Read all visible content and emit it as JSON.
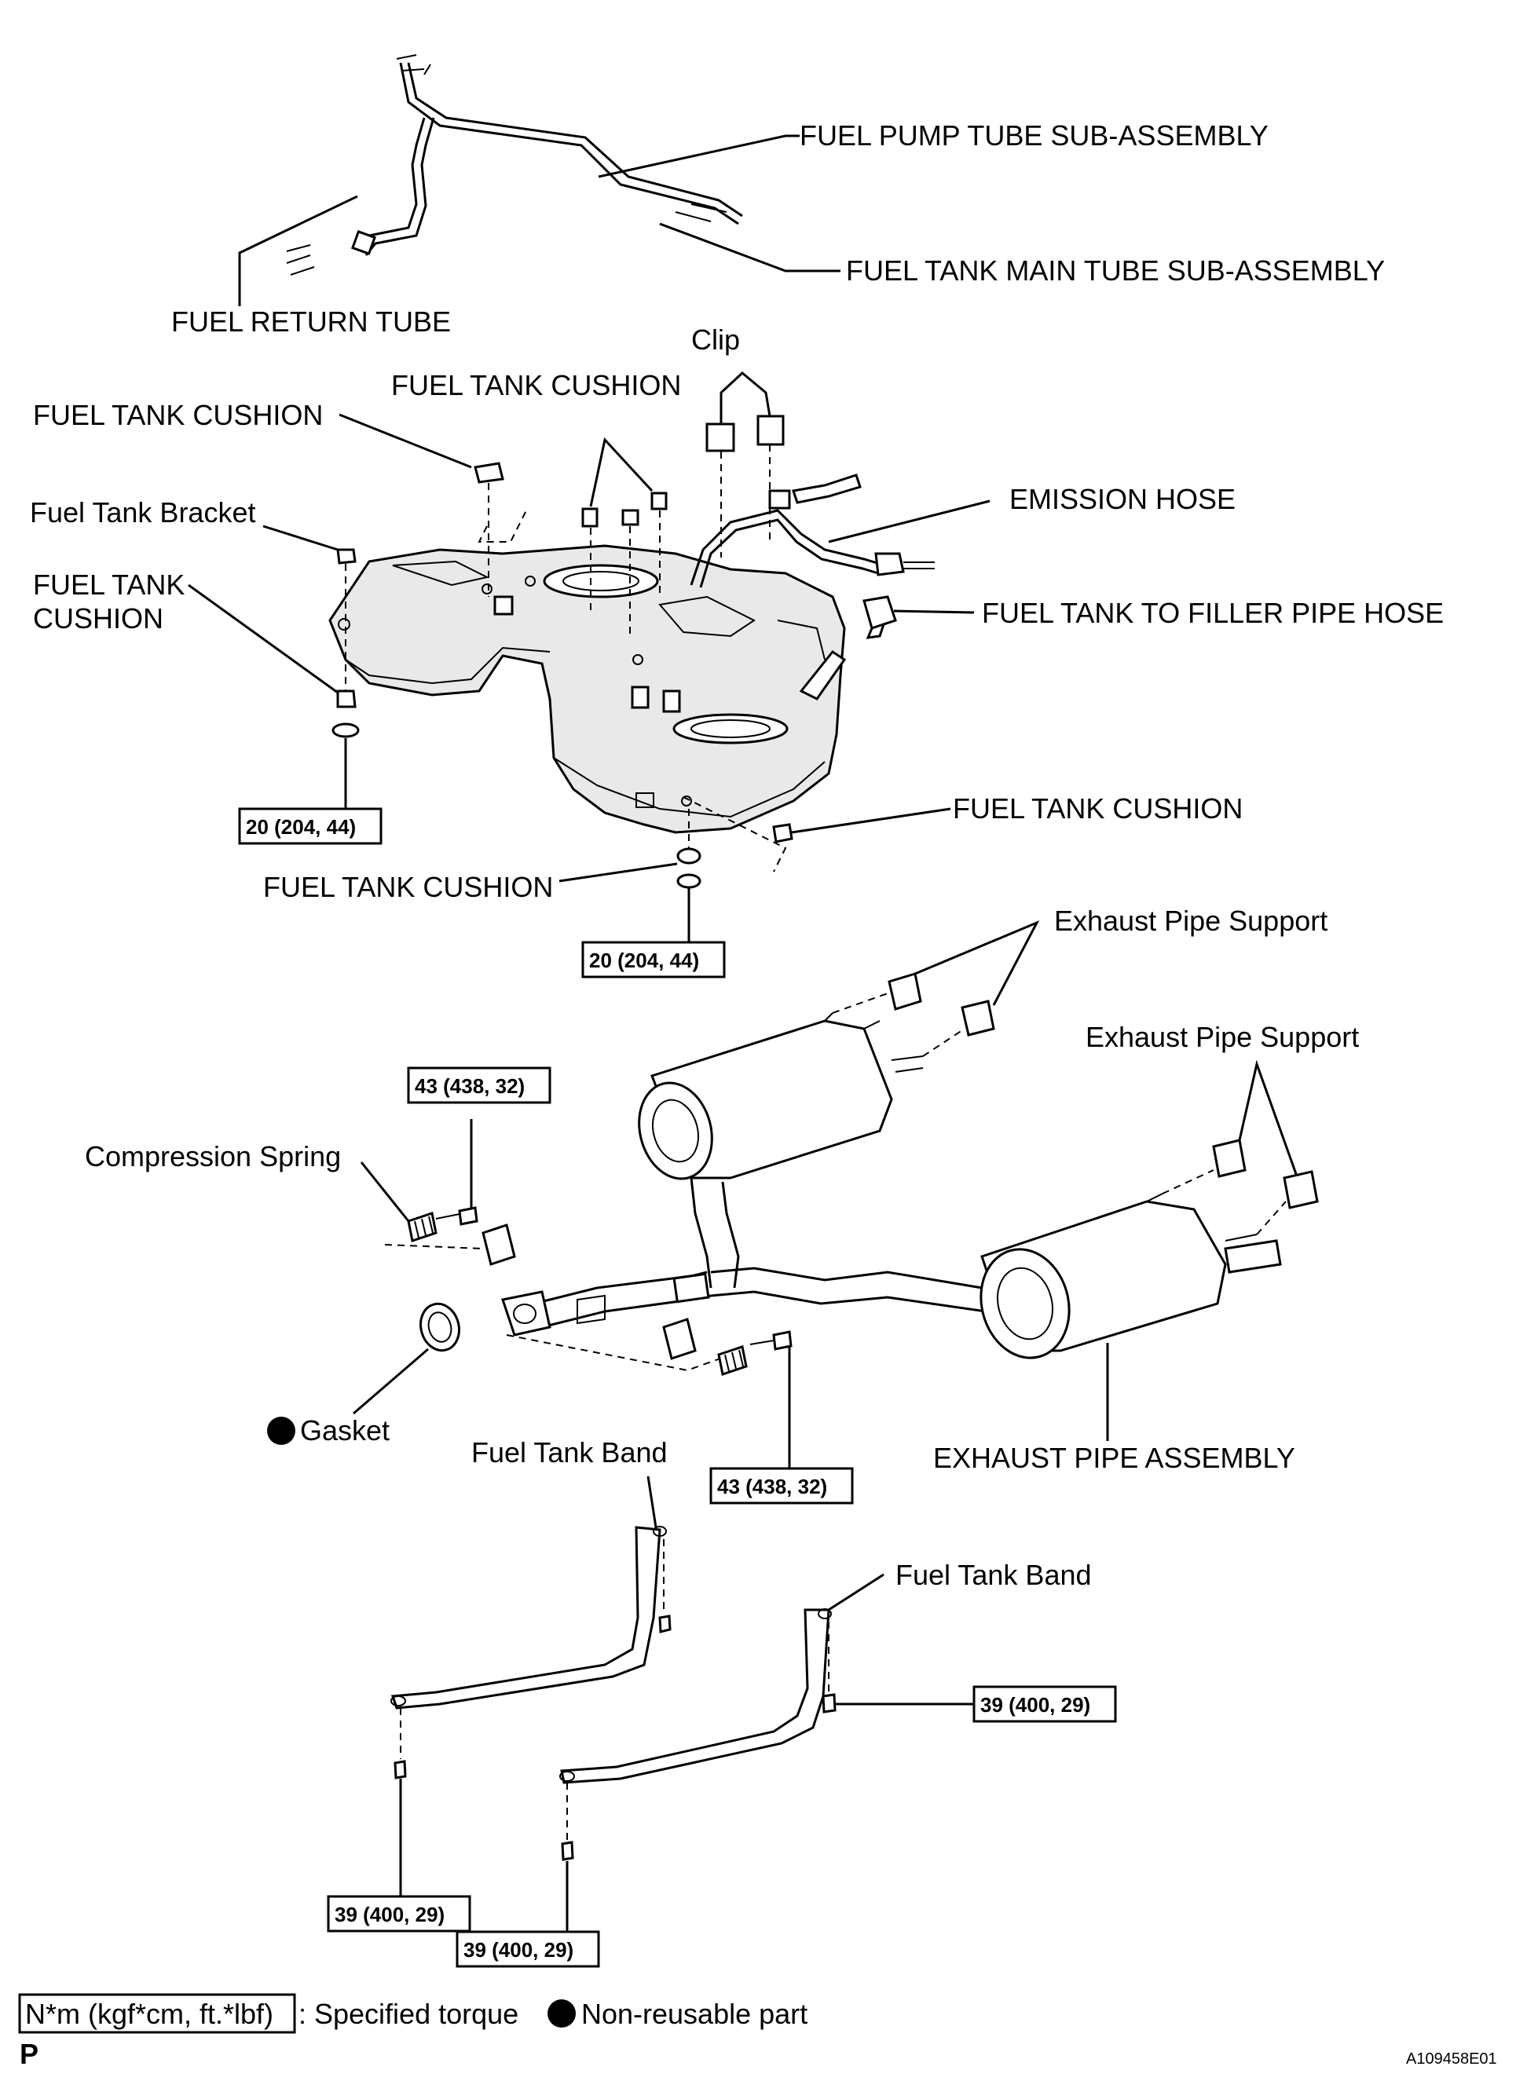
{
  "labels": {
    "fuel_pump_tube": "FUEL PUMP TUBE SUB-ASSEMBLY",
    "fuel_tank_main_tube": "FUEL TANK MAIN TUBE SUB-ASSEMBLY",
    "fuel_return_tube": "FUEL RETURN TUBE",
    "clip": "Clip",
    "fuel_tank_cushion_top": "FUEL TANK CUSHION",
    "fuel_tank_cushion_left": "FUEL TANK CUSHION",
    "emission_hose": "EMISSION HOSE",
    "fuel_tank_bracket": "Fuel Tank Bracket",
    "fuel_tank_cushion_mid_line1": "FUEL TANK",
    "fuel_tank_cushion_mid_line2": "CUSHION",
    "fuel_tank_to_filler_pipe_hose": "FUEL TANK TO FILLER PIPE HOSE",
    "fuel_tank_cushion_right": "FUEL TANK CUSHION",
    "fuel_tank_cushion_bottom": "FUEL TANK CUSHION",
    "exhaust_pipe_support_1": "Exhaust Pipe Support",
    "exhaust_pipe_support_2": "Exhaust Pipe Support",
    "compression_spring": "Compression Spring",
    "gasket": "Gasket",
    "fuel_tank_band_1": "Fuel Tank Band",
    "fuel_tank_band_2": "Fuel Tank Band",
    "exhaust_pipe_assembly": "EXHAUST PIPE ASSEMBLY"
  },
  "torques": {
    "bracket_bolt": "20 (204, 44)",
    "tank_rear_bolt": "20 (204, 44)",
    "exhaust_upper_bolt": "43 (438, 32)",
    "exhaust_lower_bolt": "43 (438, 32)",
    "band_right_upper": "39 (400, 29)",
    "band_left": "39 (400, 29)",
    "band_right_lower": "39 (400, 29)"
  },
  "legend": {
    "torque_unit": "N*m (kgf*cm, ft.*lbf)",
    "specified_torque": ": Specified torque",
    "non_reusable": "Non-reusable part"
  },
  "footer": {
    "page_letter": "P",
    "figure_code": "A109458E01"
  }
}
